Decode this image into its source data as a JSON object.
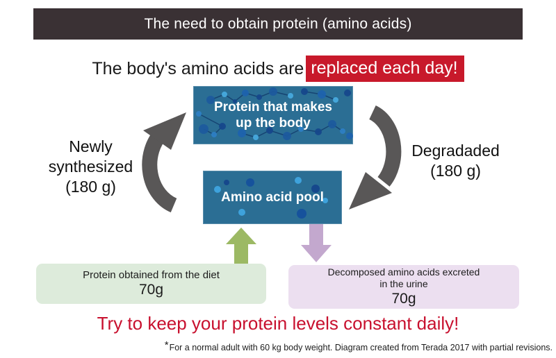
{
  "header": {
    "title": "The need to obtain protein (amino acids)"
  },
  "subtitle": {
    "prefix": "The body's amino acids are",
    "highlight": "replaced each day!"
  },
  "cycle": {
    "protein_box": {
      "line1": "Protein that makes",
      "line2": "up the body"
    },
    "pool_box": {
      "label": "Amino acid pool"
    },
    "left_label": {
      "lines": [
        "Newly",
        "synthesized",
        "(180 g)"
      ]
    },
    "right_label": {
      "lines": [
        "Degradaded",
        "(180 g)"
      ]
    }
  },
  "inputs": {
    "diet_box": {
      "label": "Protein obtained from the diet",
      "amount": "70g"
    },
    "urine_box": {
      "line1": "Decomposed amino acids excreted",
      "line2": "in the urine",
      "amount": "70g"
    }
  },
  "footer": {
    "message": "Try to keep your protein levels constant daily!",
    "footnote_mark": "*",
    "footnote": "For a normal adult with 60 kg body weight. Diagram created from Terada 2017 with partial revisions."
  },
  "colors": {
    "header_bg": "#3a3134",
    "highlight_red": "#c8192b",
    "box_teal": "#2b6e94",
    "arrow_gray": "#595757",
    "green_arrow": "#9cb964",
    "purple_arrow": "#c3a8ce",
    "green_box": "#ddebdb",
    "purple_box": "#ecdff0",
    "red_text": "#c8102e"
  }
}
